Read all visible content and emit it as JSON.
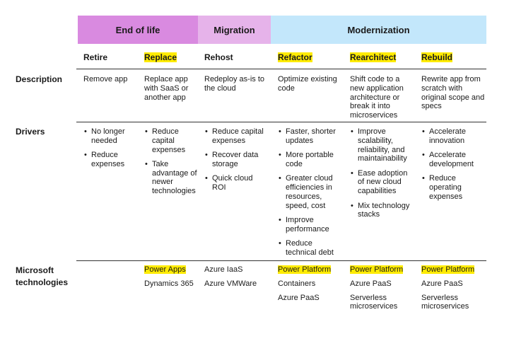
{
  "phases": [
    "End of life",
    "Migration",
    "Modernization"
  ],
  "columns": [
    {
      "name": "Retire",
      "highlight": false,
      "description": "Remove app",
      "drivers": [
        "No longer needed",
        "Reduce expenses"
      ],
      "technologies": []
    },
    {
      "name": "Replace",
      "highlight": true,
      "description": "Replace app with SaaS or another app",
      "drivers": [
        "Reduce capital expenses",
        "Take advantage of newer technologies"
      ],
      "technologies": [
        {
          "text": "Power Apps",
          "highlight": true
        },
        {
          "text": "Dynamics 365",
          "highlight": false
        }
      ]
    },
    {
      "name": "Rehost",
      "highlight": false,
      "description": "Redeploy as-is to the cloud",
      "drivers": [
        "Reduce capital expenses",
        "Recover data storage",
        "Quick cloud ROI"
      ],
      "technologies": [
        {
          "text": "Azure IaaS",
          "highlight": false
        },
        {
          "text": "Azure VMWare",
          "highlight": false
        }
      ]
    },
    {
      "name": "Refactor",
      "highlight": true,
      "description": "Optimize existing code",
      "drivers": [
        "Faster, shorter updates",
        "More portable code",
        "Greater cloud efficiencies in resources, speed, cost",
        "Improve performance",
        "Reduce technical debt"
      ],
      "technologies": [
        {
          "text": "Power Platform",
          "highlight": true
        },
        {
          "text": "Containers",
          "highlight": false
        },
        {
          "text": "Azure PaaS",
          "highlight": false
        }
      ]
    },
    {
      "name": "Rearchitect",
      "highlight": true,
      "description": "Shift code to a new application architecture or break it into microservices",
      "drivers": [
        "Improve scalability, reliability, and maintainability",
        "Ease adoption of new cloud capabilities",
        "Mix technology stacks"
      ],
      "technologies": [
        {
          "text": "Power Platform",
          "highlight": true
        },
        {
          "text": "Azure PaaS",
          "highlight": false
        },
        {
          "text": "Serverless microservices",
          "highlight": false
        }
      ]
    },
    {
      "name": "Rebuild",
      "highlight": true,
      "description": "Rewrite app from scratch with original scope and specs",
      "drivers": [
        "Accelerate innovation",
        "Accelerate development",
        "Reduce operating expenses"
      ],
      "technologies": [
        {
          "text": "Power Platform",
          "highlight": true
        },
        {
          "text": "Azure PaaS",
          "highlight": false
        },
        {
          "text": "Serverless microservices",
          "highlight": false
        }
      ]
    }
  ],
  "row_labels": {
    "description": "Description",
    "drivers": "Drivers",
    "technologies": "Microsoft technologies"
  },
  "colors": {
    "end_of_life": "#d98ae0",
    "migration": "#e6b3ea",
    "modernization": "#c3e7fb",
    "highlight": "#ffeb00"
  }
}
